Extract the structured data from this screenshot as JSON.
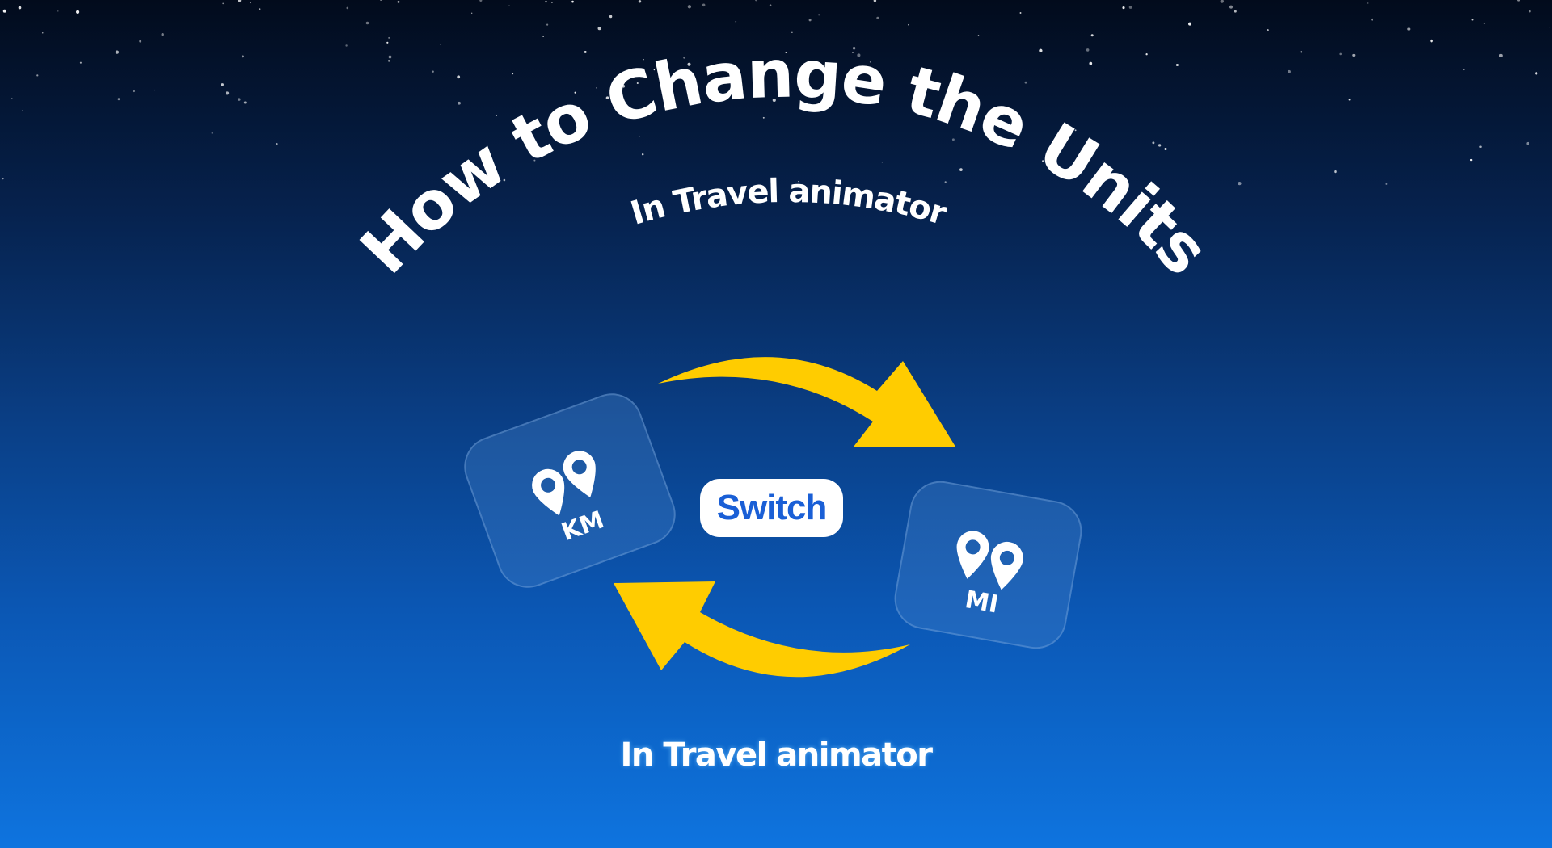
{
  "header": {
    "title": "How to Change the Units",
    "subtitle": "In Travel animator"
  },
  "cards": [
    {
      "unit": "KM",
      "icon": "map-pins-icon"
    },
    {
      "unit": "MI",
      "icon": "map-pins-icon"
    }
  ],
  "switch_label": "Switch",
  "footer_caption": "In Travel animator",
  "colors": {
    "arrow": "#FFCC00",
    "switch_text": "#1A5FD6",
    "background_top": "#020B1C",
    "background_bottom": "#0E74DF"
  }
}
